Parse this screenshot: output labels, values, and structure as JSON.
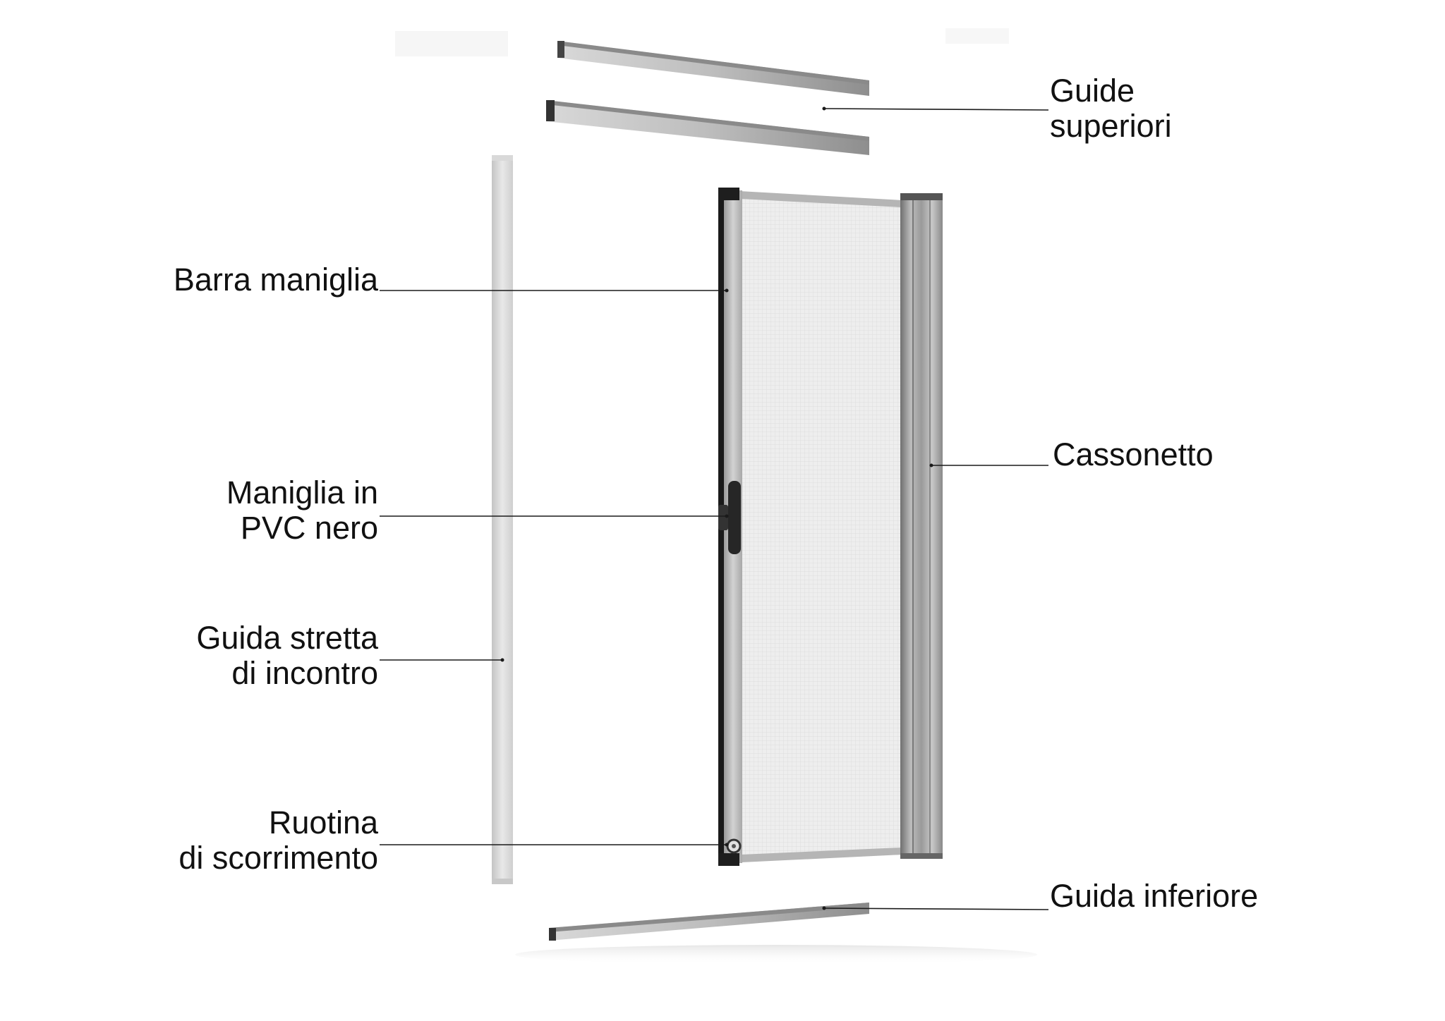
{
  "labels": {
    "guide_superiori": [
      "Guide",
      "superiori"
    ],
    "barra_maniglia": [
      "Barra maniglia"
    ],
    "cassonetto": [
      "Cassonetto"
    ],
    "maniglia": [
      "Maniglia in",
      "PVC nero"
    ],
    "guida_stretta": [
      "Guida stretta",
      "di incontro"
    ],
    "ruotina": [
      "Ruotina",
      "di scorrimento"
    ],
    "guida_inferiore": [
      "Guida inferiore"
    ]
  },
  "colors": {
    "background": "#ffffff",
    "line": "#1a1a1a",
    "text": "#111111",
    "aluminium": "#a6a6a6",
    "mesh": "#ececec",
    "brush": "#1a1a1a"
  }
}
